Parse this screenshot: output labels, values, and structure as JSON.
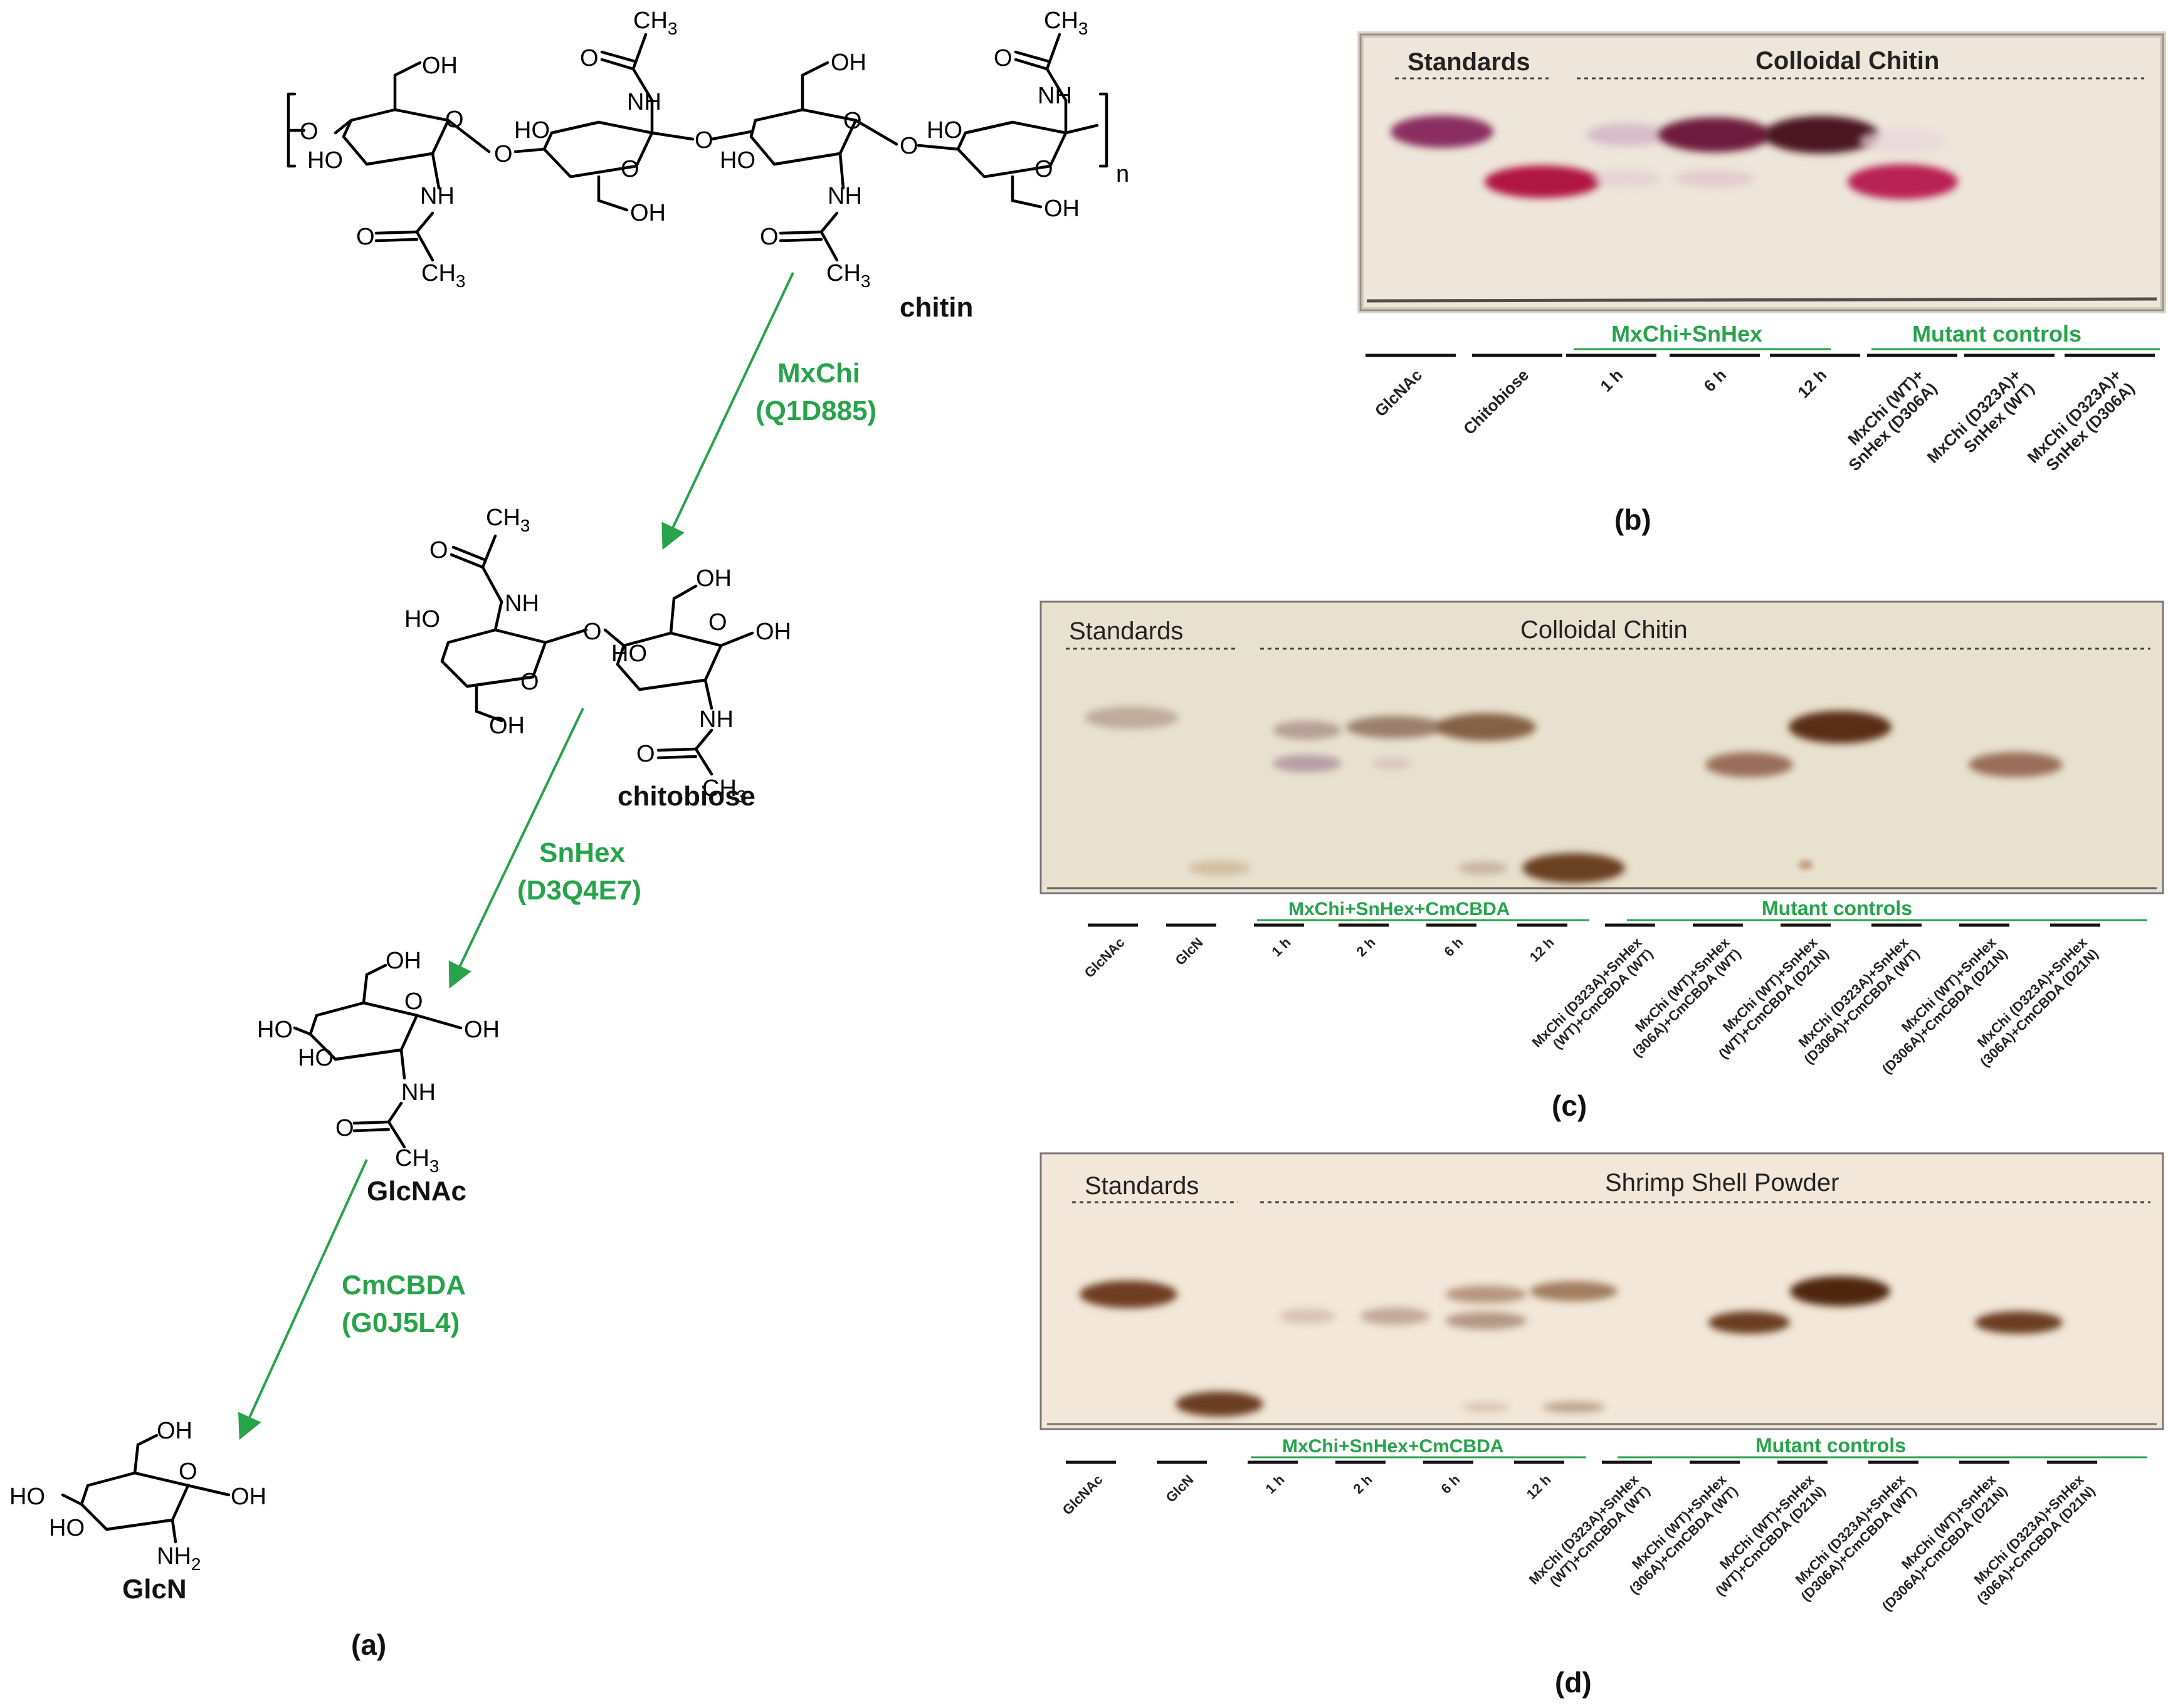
{
  "figure": {
    "panel_a": {
      "label": "(a)",
      "compounds": {
        "chitin": "chitin",
        "chitobiose": "chitobiose",
        "glcnac": "GlcNAc",
        "glcn": "GlcN"
      },
      "enzymes": [
        {
          "name": "MxChi",
          "id": "(Q1D885)"
        },
        {
          "name": "SnHex",
          "id": "(D3Q4E7)"
        },
        {
          "name": "CmCBDA",
          "id": "(G0J5L4)"
        }
      ],
      "atoms": {
        "OH": "OH",
        "HO": "HO",
        "NH": "NH",
        "O": "O",
        "CH": "CH",
        "three": "3",
        "two": "2",
        "NH_base": "NH",
        "n": "n"
      }
    },
    "panel_b": {
      "label": "(b)",
      "header_left": "Standards",
      "header_right": "Colloidal Chitin",
      "group_1": "MxChi+SnHex",
      "group_2": "Mutant controls",
      "lanes": [
        [
          "GlcNAc"
        ],
        [
          "Chitobiose"
        ],
        [
          "1 h"
        ],
        [
          "6 h"
        ],
        [
          "12 h"
        ],
        [
          "MxChi (WT)+",
          "SnHex (D306A)"
        ],
        [
          "MxChi (D323A)+",
          "SnHex (WT)"
        ],
        [
          "MxChi (D323A)+",
          "SnHex (D306A)"
        ]
      ]
    },
    "panel_c": {
      "label": "(c)",
      "header_left": "Standards",
      "header_right": "Colloidal Chitin",
      "group_1": "MxChi+SnHex+CmCBDA",
      "group_2": "Mutant controls",
      "lanes": [
        [
          "GlcNAc"
        ],
        [
          "GlcN"
        ],
        [
          "1 h"
        ],
        [
          "2 h"
        ],
        [
          "6 h"
        ],
        [
          "12 h"
        ],
        [
          "MxChi (D323A)+SnHex",
          "(WT)+CmCBDA (WT)"
        ],
        [
          "MxChi (WT)+SnHex",
          "(306A)+CmCBDA (WT)"
        ],
        [
          "MxChi (WT)+SnHex",
          "(WT)+CmCBDA (D21N)"
        ],
        [
          "MxChi (D323A)+SnHex",
          "(D306A)+CmCBDA (WT)"
        ],
        [
          "MxChi (WT)+SnHex",
          "(D306A)+CmCBDA (D21N)"
        ],
        [
          "MxChi (D323A)+SnHex",
          "(306A)+CmCBDA (D21N)"
        ]
      ]
    },
    "panel_d": {
      "label": "(d)",
      "header_left": "Standards",
      "header_right": "Shrimp Shell Powder",
      "group_1": "MxChi+SnHex+CmCBDA",
      "group_2": "Mutant controls",
      "lanes": [
        [
          "GlcNAc"
        ],
        [
          "GlcN"
        ],
        [
          "1 h"
        ],
        [
          "2 h"
        ],
        [
          "6 h"
        ],
        [
          "12 h"
        ],
        [
          "MxChi (D323A)+SnHex",
          "(WT)+CmCBDA (WT)"
        ],
        [
          "MxChi (WT)+SnHex",
          "(306A)+CmCBDA (WT)"
        ],
        [
          "MxChi (WT)+SnHex",
          "(WT)+CmCBDA (D21N)"
        ],
        [
          "MxChi (D323A)+SnHex",
          "(D306A)+CmCBDA (WT)"
        ],
        [
          "MxChi (WT)+SnHex",
          "(D306A)+CmCBDA (D21N)"
        ],
        [
          "MxChi (D323A)+SnHex",
          "(306A)+CmCBDA (D21N)"
        ]
      ]
    }
  },
  "colors": {
    "accent_green": "#27a34a",
    "plate_b": "#eee6da",
    "plate_c": "#e9e1cf",
    "plate_d": "#f2e7d8",
    "spot_magenta": "#8a1f4a",
    "spot_brown": "#5a2e12"
  }
}
